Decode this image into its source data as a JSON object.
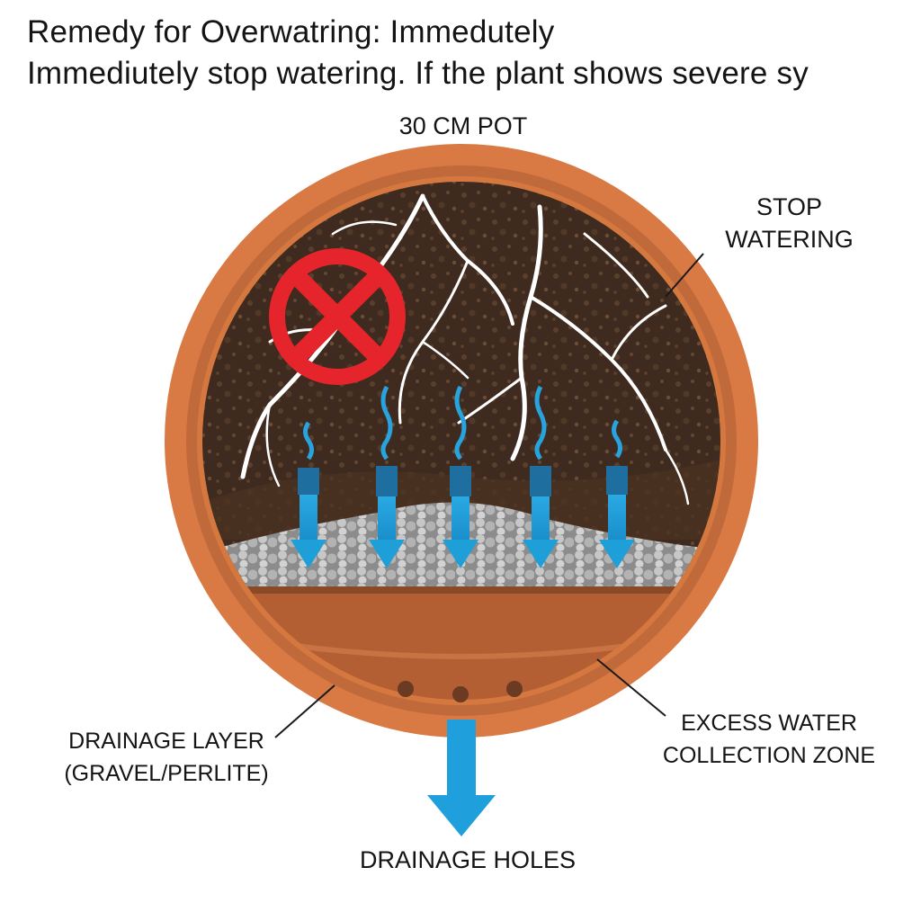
{
  "heading": {
    "line1": "Remedy for Overwatring: Immedutely",
    "line2": "Immediutely stop watering. If the plant shows severe sy"
  },
  "labels": {
    "pot_size": "30 CM POT",
    "stop_watering": [
      "STOP",
      "WATERING"
    ],
    "drainage_layer": [
      "DRAINAGE LAYER",
      "(GRAVEL/PERLITE)"
    ],
    "excess_water": [
      "EXCESS WATER",
      "COLLECTION ZONE"
    ],
    "drainage_holes": "DRAINAGE HOLES"
  },
  "colors": {
    "pot_outer": "#d97a45",
    "pot_inner": "#b8643a",
    "soil": "#3e2a1e",
    "gravel": "#b9b9b9",
    "water_arrow": "#1f9fd8",
    "no_symbol": "#e5252b",
    "roots": "#ffffff"
  },
  "icons": [
    "no-watering-icon",
    "water-down-arrow-icon",
    "drainage-arrow-icon"
  ]
}
